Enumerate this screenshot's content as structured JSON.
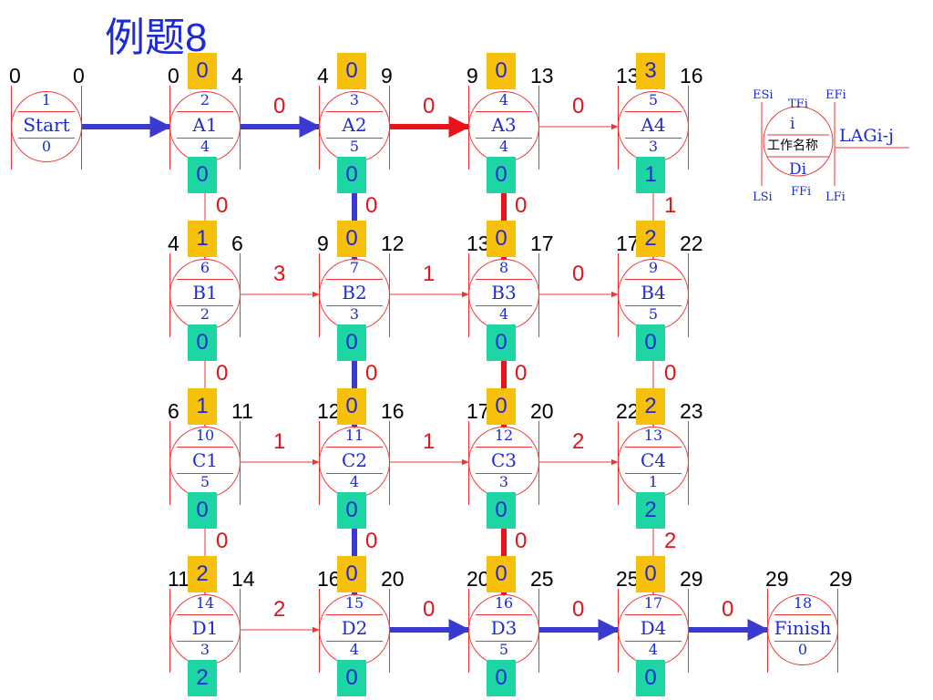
{
  "title": "例题8",
  "legend": {
    "es": "ESi",
    "tf": "TFi",
    "ef": "EFi",
    "id": "i",
    "name": "工作名称",
    "dur": "Di",
    "ls": "LSi",
    "ff": "FFi",
    "lf": "LFi",
    "lag": "LAGi-j"
  },
  "nodes": [
    {
      "key": "start",
      "id": "1",
      "name": "Start",
      "dur": "0",
      "es": "0",
      "ef": "0"
    },
    {
      "key": "a1",
      "id": "2",
      "name": "A1",
      "dur": "4",
      "es": "0",
      "ef": "4",
      "tf": "0",
      "ff": "0"
    },
    {
      "key": "a2",
      "id": "3",
      "name": "A2",
      "dur": "5",
      "es": "4",
      "ef": "9",
      "tf": "0",
      "ff": "0"
    },
    {
      "key": "a3",
      "id": "4",
      "name": "A3",
      "dur": "4",
      "es": "9",
      "ef": "13",
      "tf": "0",
      "ff": "0"
    },
    {
      "key": "a4",
      "id": "5",
      "name": "A4",
      "dur": "3",
      "es": "13",
      "ef": "16",
      "tf": "3",
      "ff": "1"
    },
    {
      "key": "b1",
      "id": "6",
      "name": "B1",
      "dur": "2",
      "es": "4",
      "ef": "6",
      "tf": "1",
      "ff": "0"
    },
    {
      "key": "b2",
      "id": "7",
      "name": "B2",
      "dur": "3",
      "es": "9",
      "ef": "12",
      "tf": "0",
      "ff": "0"
    },
    {
      "key": "b3",
      "id": "8",
      "name": "B3",
      "dur": "4",
      "es": "13",
      "ef": "17",
      "tf": "0",
      "ff": "0"
    },
    {
      "key": "b4",
      "id": "9",
      "name": "B4",
      "dur": "5",
      "es": "17",
      "ef": "22",
      "tf": "2",
      "ff": "0"
    },
    {
      "key": "c1",
      "id": "10",
      "name": "C1",
      "dur": "5",
      "es": "6",
      "ef": "11",
      "tf": "1",
      "ff": "0"
    },
    {
      "key": "c2",
      "id": "11",
      "name": "C2",
      "dur": "4",
      "es": "12",
      "ef": "16",
      "tf": "0",
      "ff": "0"
    },
    {
      "key": "c3",
      "id": "12",
      "name": "C3",
      "dur": "3",
      "es": "17",
      "ef": "20",
      "tf": "0",
      "ff": "0"
    },
    {
      "key": "c4",
      "id": "13",
      "name": "C4",
      "dur": "1",
      "es": "22",
      "ef": "23",
      "tf": "2",
      "ff": "2"
    },
    {
      "key": "d1",
      "id": "14",
      "name": "D1",
      "dur": "3",
      "es": "11",
      "ef": "14",
      "tf": "2",
      "ff": "2"
    },
    {
      "key": "d2",
      "id": "15",
      "name": "D2",
      "dur": "4",
      "es": "16",
      "ef": "20",
      "tf": "0",
      "ff": "0"
    },
    {
      "key": "d3",
      "id": "16",
      "name": "D3",
      "dur": "5",
      "es": "20",
      "ef": "25",
      "tf": "0",
      "ff": "0"
    },
    {
      "key": "d4",
      "id": "17",
      "name": "D4",
      "dur": "4",
      "es": "25",
      "ef": "29",
      "tf": "0",
      "ff": "0"
    },
    {
      "key": "finish",
      "id": "18",
      "name": "Finish",
      "dur": "0",
      "es": "29",
      "ef": "29"
    }
  ],
  "edges": [
    {
      "from": "start",
      "to": "a1",
      "lag": "",
      "style": "blue"
    },
    {
      "from": "a1",
      "to": "a2",
      "lag": "0",
      "style": "blue"
    },
    {
      "from": "a2",
      "to": "a3",
      "lag": "0",
      "style": "red"
    },
    {
      "from": "a3",
      "to": "a4",
      "lag": "0",
      "style": "thin"
    },
    {
      "from": "b1",
      "to": "b2",
      "lag": "3",
      "style": "thin"
    },
    {
      "from": "b2",
      "to": "b3",
      "lag": "1",
      "style": "thin"
    },
    {
      "from": "b3",
      "to": "b4",
      "lag": "0",
      "style": "thin"
    },
    {
      "from": "c1",
      "to": "c2",
      "lag": "1",
      "style": "thin"
    },
    {
      "from": "c2",
      "to": "c3",
      "lag": "1",
      "style": "thin"
    },
    {
      "from": "c3",
      "to": "c4",
      "lag": "2",
      "style": "thin"
    },
    {
      "from": "d1",
      "to": "d2",
      "lag": "2",
      "style": "thin"
    },
    {
      "from": "d2",
      "to": "d3",
      "lag": "0",
      "style": "blue"
    },
    {
      "from": "d3",
      "to": "d4",
      "lag": "0",
      "style": "blue"
    },
    {
      "from": "d4",
      "to": "finish",
      "lag": "0",
      "style": "blue"
    },
    {
      "from": "a1",
      "to": "b1",
      "lag": "0",
      "style": "thin"
    },
    {
      "from": "a2",
      "to": "b2",
      "lag": "0",
      "style": "blue"
    },
    {
      "from": "a3",
      "to": "b3",
      "lag": "0",
      "style": "red"
    },
    {
      "from": "a4",
      "to": "b4",
      "lag": "1",
      "style": "thin"
    },
    {
      "from": "b1",
      "to": "c1",
      "lag": "0",
      "style": "thin"
    },
    {
      "from": "b2",
      "to": "c2",
      "lag": "0",
      "style": "blue"
    },
    {
      "from": "b3",
      "to": "c3",
      "lag": "0",
      "style": "red"
    },
    {
      "from": "b4",
      "to": "c4",
      "lag": "0",
      "style": "thin"
    },
    {
      "from": "c1",
      "to": "d1",
      "lag": "0",
      "style": "thin"
    },
    {
      "from": "c2",
      "to": "d2",
      "lag": "0",
      "style": "blue"
    },
    {
      "from": "c3",
      "to": "d3",
      "lag": "0",
      "style": "red"
    },
    {
      "from": "c4",
      "to": "d4",
      "lag": "2",
      "style": "thin"
    }
  ],
  "colors": {
    "blue": "#3a3ad0",
    "red": "#e8141a",
    "thin": "#e33",
    "tf_box": "#f7c00a",
    "ff_box": "#1ed6a3",
    "text": "#1d2bd6",
    "lag": "#e0141a"
  }
}
